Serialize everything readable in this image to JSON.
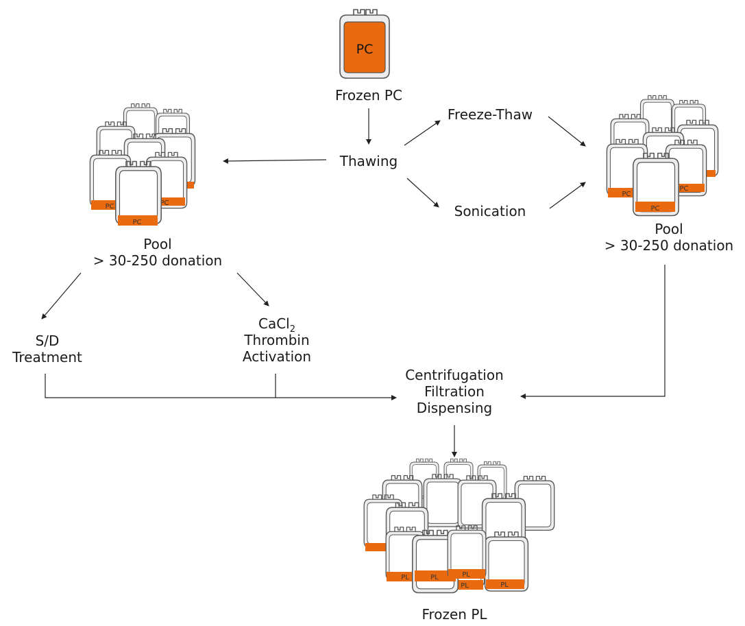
{
  "nodes": {
    "frozen_pc": "Frozen PC",
    "thawing": "Thawing",
    "freeze_thaw": "Freeze-Thaw",
    "sonication": "Sonication",
    "pool_left": {
      "line1": "Pool",
      "line2": "> 30-250 donation"
    },
    "pool_right": {
      "line1": "Pool",
      "line2": "> 30-250 donation"
    },
    "sd_treatment": {
      "line1": "S/D",
      "line2": "Treatment"
    },
    "cacl2_activation": {
      "formula_base": "CaCl",
      "formula_sub": "2",
      "line2": "Thrombin",
      "line3": "Activation"
    },
    "processing": {
      "line1": "Centrifugation",
      "line2": "Filtration",
      "line3": "Dispensing"
    },
    "frozen_pl": "Frozen PL"
  },
  "bags": {
    "pc_label": "PC",
    "pl_label": "PL"
  },
  "colors": {
    "fill": "#e96a0f",
    "bag_outline": "#555555",
    "bag_inner": "#ededed",
    "port": "#f2c84b",
    "arrow": "#222222"
  }
}
